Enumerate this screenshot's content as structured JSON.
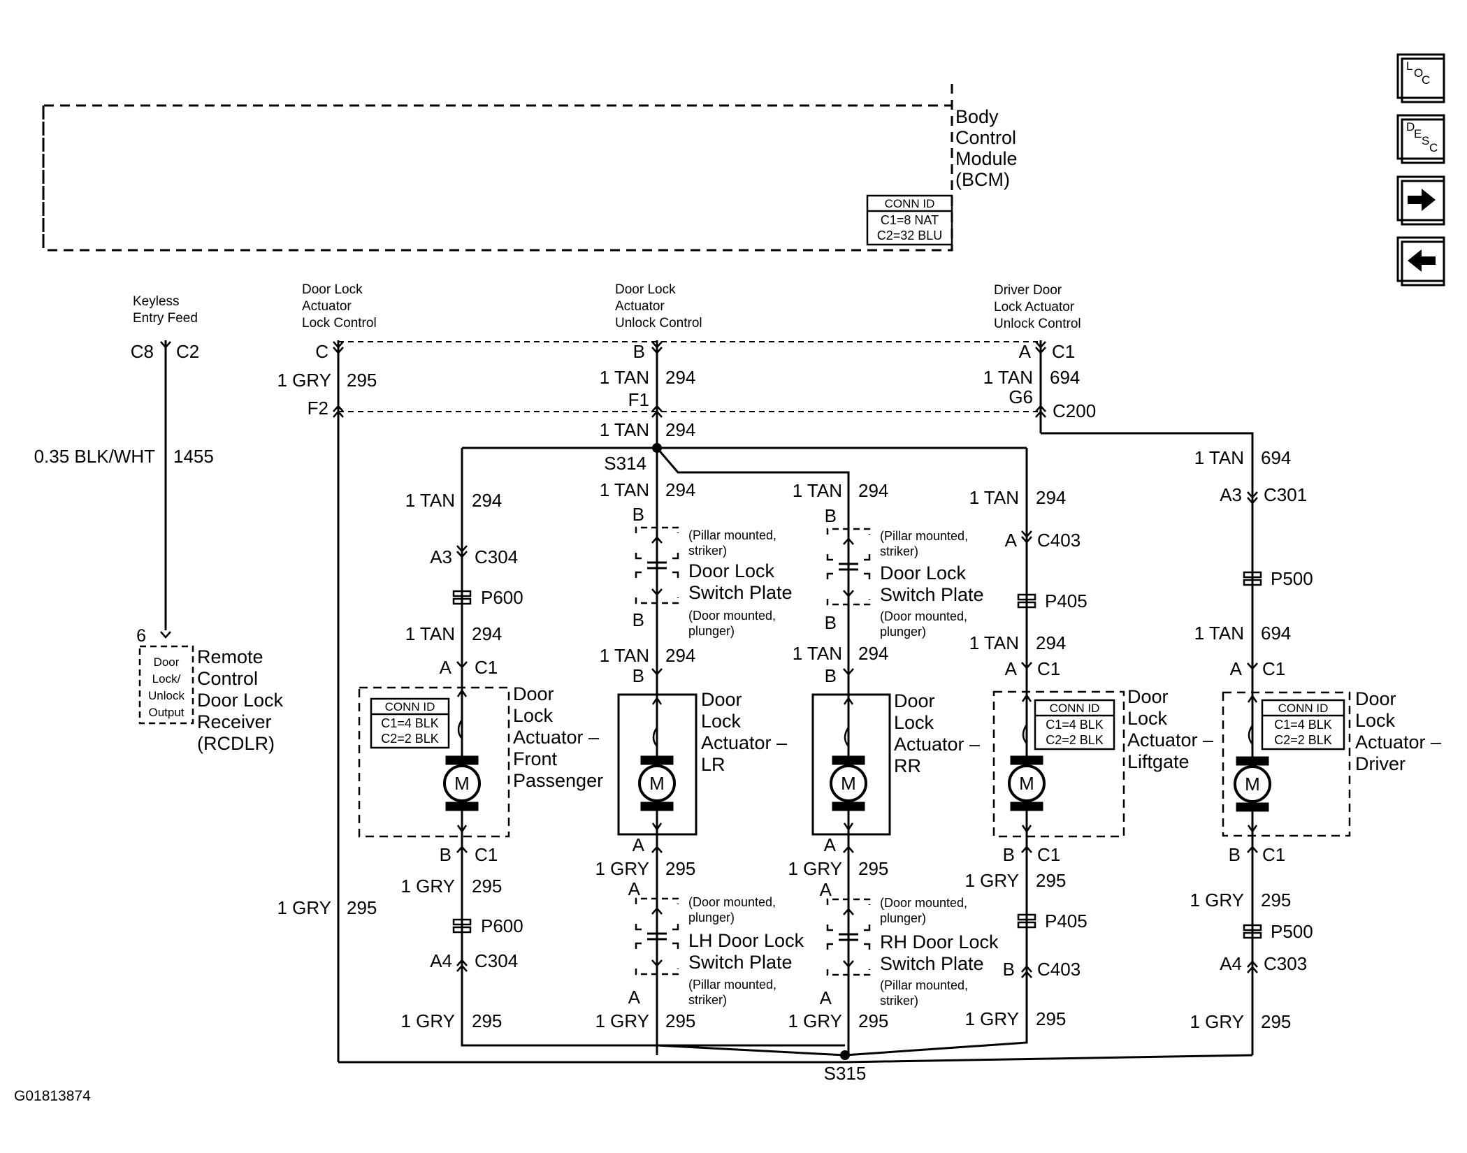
{
  "module": {
    "name_lines": [
      "Body",
      "Control",
      "Module",
      "(BCM)"
    ],
    "conn_id": {
      "title": "CONN ID",
      "rows": [
        "C1=8 NAT",
        "C2=32 BLU"
      ]
    }
  },
  "outputs": {
    "keyless": [
      "Keyless",
      "Entry Feed"
    ],
    "lock": [
      "Door Lock",
      "Actuator",
      "Lock Control"
    ],
    "unlock": [
      "Door Lock",
      "Actuator",
      "Unlock Control"
    ],
    "driver_unlock": [
      "Driver Door",
      "Lock Actuator",
      "Unlock Control"
    ]
  },
  "nav_buttons": [
    {
      "name": "loc-button",
      "icon": "loc-icon",
      "letters": [
        "L",
        "O",
        "C"
      ]
    },
    {
      "name": "desc-button",
      "icon": "desc-icon",
      "letters": [
        "D",
        "E",
        "S",
        "C"
      ]
    },
    {
      "name": "next-button",
      "icon": "arrow-right-icon"
    },
    {
      "name": "previous-button",
      "icon": "arrow-left-icon"
    }
  ],
  "receiver": {
    "name_lines": [
      "Remote",
      "Control",
      "Door Lock",
      "Receiver",
      "(RCDLR)"
    ],
    "box_lines": [
      "Door",
      "Lock/",
      "Unlock",
      "Output"
    ],
    "pin": "6"
  },
  "actuator_conn_id": {
    "title": "CONN ID",
    "rows": [
      "C1=4 BLK",
      "C2=2 BLK"
    ]
  },
  "actuators": {
    "front_passenger": [
      "Door",
      "Lock",
      "Actuator –",
      "Front",
      "Passenger"
    ],
    "lr": [
      "Door",
      "Lock",
      "Actuator –",
      "LR"
    ],
    "rr": [
      "Door",
      "Lock",
      "Actuator –",
      "RR"
    ],
    "liftgate": [
      "Door",
      "Lock",
      "Actuator –",
      "Liftgate"
    ],
    "driver": [
      "Door",
      "Lock",
      "Actuator –",
      "Driver"
    ]
  },
  "switch_plates": {
    "upper": [
      "Door Lock",
      "Switch Plate"
    ],
    "lh_lower": [
      "LH Door Lock",
      "Switch Plate"
    ],
    "rh_lower": [
      "RH Door Lock",
      "Switch Plate"
    ],
    "pillar_mounted": [
      "(Pillar mounted,",
      "striker)"
    ],
    "door_mounted": [
      "(Door mounted,",
      "plunger)"
    ]
  },
  "motor_symbol": "M",
  "labels": [
    {
      "id": "kl_c8",
      "text": "C8"
    },
    {
      "id": "kl_c2",
      "text": "C2"
    },
    {
      "id": "kl_wire",
      "text": "0.35 BLK/WHT"
    },
    {
      "id": "kl_circ",
      "text": "1455"
    },
    {
      "id": "lk_pin",
      "text": "C"
    },
    {
      "id": "lk_wire",
      "text": "1 GRY"
    },
    {
      "id": "lk_circ",
      "text": "295"
    },
    {
      "id": "lk_f2",
      "text": "F2"
    },
    {
      "id": "ul_pin",
      "text": "B"
    },
    {
      "id": "ul_wire",
      "text": "1 TAN"
    },
    {
      "id": "ul_circ",
      "text": "294"
    },
    {
      "id": "ul_f1",
      "text": "F1"
    },
    {
      "id": "ul_wire2",
      "text": "1 TAN"
    },
    {
      "id": "ul_circ2",
      "text": "294"
    },
    {
      "id": "s314",
      "text": "S314"
    },
    {
      "id": "dr_pin",
      "text": "A"
    },
    {
      "id": "dr_c1",
      "text": "C1"
    },
    {
      "id": "dr_wire",
      "text": "1 TAN"
    },
    {
      "id": "dr_circ",
      "text": "694"
    },
    {
      "id": "dr_g6",
      "text": "G6"
    },
    {
      "id": "dr_c200",
      "text": "C200"
    },
    {
      "id": "fp_wire1",
      "text": "1 TAN"
    },
    {
      "id": "fp_circ1",
      "text": "294"
    },
    {
      "id": "fp_a3",
      "text": "A3"
    },
    {
      "id": "fp_c304",
      "text": "C304"
    },
    {
      "id": "fp_p600",
      "text": "P600"
    },
    {
      "id": "fp_wire2",
      "text": "1 TAN"
    },
    {
      "id": "fp_circ2",
      "text": "294"
    },
    {
      "id": "fp_a",
      "text": "A"
    },
    {
      "id": "fp_c1",
      "text": "C1"
    },
    {
      "id": "fp_b",
      "text": "B"
    },
    {
      "id": "fp_c1b",
      "text": "C1"
    },
    {
      "id": "fp_wire3",
      "text": "1 GRY"
    },
    {
      "id": "fp_circ3",
      "text": "295"
    },
    {
      "id": "fp_p600b",
      "text": "P600"
    },
    {
      "id": "fp_a4",
      "text": "A4"
    },
    {
      "id": "fp_c304b",
      "text": "C304"
    },
    {
      "id": "fp_wire4",
      "text": "1 GRY"
    },
    {
      "id": "fp_circ4",
      "text": "295"
    },
    {
      "id": "lr_wire1",
      "text": "1 TAN"
    },
    {
      "id": "lr_circ1",
      "text": "294"
    },
    {
      "id": "lr_b1",
      "text": "B"
    },
    {
      "id": "lr_b2",
      "text": "B"
    },
    {
      "id": "lr_wire2",
      "text": "1 TAN"
    },
    {
      "id": "lr_circ2",
      "text": "294"
    },
    {
      "id": "lr_b3",
      "text": "B"
    },
    {
      "id": "lr_a1",
      "text": "A"
    },
    {
      "id": "lr_wire3",
      "text": "1 GRY"
    },
    {
      "id": "lr_circ3",
      "text": "295"
    },
    {
      "id": "lr_a2",
      "text": "A"
    },
    {
      "id": "lr_a3",
      "text": "A"
    },
    {
      "id": "lr_wire4",
      "text": "1 GRY"
    },
    {
      "id": "lr_circ4",
      "text": "295"
    },
    {
      "id": "rr_wire1",
      "text": "1 TAN"
    },
    {
      "id": "rr_circ1",
      "text": "294"
    },
    {
      "id": "rr_b1",
      "text": "B"
    },
    {
      "id": "rr_b2",
      "text": "B"
    },
    {
      "id": "rr_wire2",
      "text": "1 TAN"
    },
    {
      "id": "rr_circ2",
      "text": "294"
    },
    {
      "id": "rr_b3",
      "text": "B"
    },
    {
      "id": "rr_a1",
      "text": "A"
    },
    {
      "id": "rr_wire3",
      "text": "1 GRY"
    },
    {
      "id": "rr_circ3",
      "text": "295"
    },
    {
      "id": "rr_a2",
      "text": "A"
    },
    {
      "id": "rr_a3",
      "text": "A"
    },
    {
      "id": "rr_wire4",
      "text": "1 GRY"
    },
    {
      "id": "rr_circ4",
      "text": "295"
    },
    {
      "id": "lg_wire1",
      "text": "1 TAN"
    },
    {
      "id": "lg_circ1",
      "text": "294"
    },
    {
      "id": "lg_a",
      "text": "A"
    },
    {
      "id": "lg_c403",
      "text": "C403"
    },
    {
      "id": "lg_p405",
      "text": "P405"
    },
    {
      "id": "lg_wire2",
      "text": "1 TAN"
    },
    {
      "id": "lg_circ2",
      "text": "294"
    },
    {
      "id": "lg_a2",
      "text": "A"
    },
    {
      "id": "lg_c1",
      "text": "C1"
    },
    {
      "id": "lg_b",
      "text": "B"
    },
    {
      "id": "lg_c1b",
      "text": "C1"
    },
    {
      "id": "lg_wire3",
      "text": "1 GRY"
    },
    {
      "id": "lg_circ3",
      "text": "295"
    },
    {
      "id": "lg_p405b",
      "text": "P405"
    },
    {
      "id": "lg_b2",
      "text": "B"
    },
    {
      "id": "lg_c403b",
      "text": "C403"
    },
    {
      "id": "lg_wire4",
      "text": "1 GRY"
    },
    {
      "id": "lg_circ4",
      "text": "295"
    },
    {
      "id": "dv_wire1",
      "text": "1 TAN"
    },
    {
      "id": "dv_circ1",
      "text": "694"
    },
    {
      "id": "dv_a3",
      "text": "A3"
    },
    {
      "id": "dv_c301",
      "text": "C301"
    },
    {
      "id": "dv_p500",
      "text": "P500"
    },
    {
      "id": "dv_wire2",
      "text": "1 TAN"
    },
    {
      "id": "dv_circ2",
      "text": "694"
    },
    {
      "id": "dv_a",
      "text": "A"
    },
    {
      "id": "dv_c1",
      "text": "C1"
    },
    {
      "id": "dv_b",
      "text": "B"
    },
    {
      "id": "dv_c1b",
      "text": "C1"
    },
    {
      "id": "dv_wire3",
      "text": "1 GRY"
    },
    {
      "id": "dv_circ3",
      "text": "295"
    },
    {
      "id": "dv_p500b",
      "text": "P500"
    },
    {
      "id": "dv_a4",
      "text": "A4"
    },
    {
      "id": "dv_c303",
      "text": "C303"
    },
    {
      "id": "dv_wire4",
      "text": "1 GRY"
    },
    {
      "id": "dv_circ4",
      "text": "295"
    },
    {
      "id": "gnd_wire",
      "text": "1 GRY"
    },
    {
      "id": "gnd_circ",
      "text": "295"
    },
    {
      "id": "s315",
      "text": "S315"
    }
  ],
  "figure_id": "G01813874"
}
